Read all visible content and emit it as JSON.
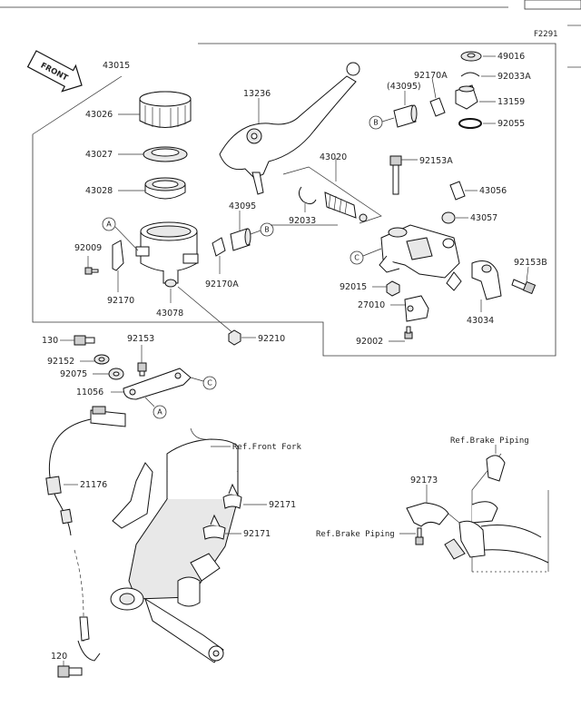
{
  "figure_code": "F2291",
  "front_label": "FRONT",
  "ref_front_fork": "Ref.Front Fork",
  "ref_brake_piping_top": "Ref.Brake Piping",
  "ref_brake_piping_left": "Ref.Brake Piping",
  "callouts": {
    "a": "A",
    "b": "B",
    "c": "C"
  },
  "parts": {
    "p43015": "43015",
    "p43026": "43026",
    "p43027": "43027",
    "p43028": "43028",
    "p92009": "92009",
    "p92170": "92170",
    "p43078": "43078",
    "p13236": "13236",
    "p43095": "43095",
    "p43095b": "(43095)",
    "p92170a_top": "92170A",
    "p92170a": "92170A",
    "p43020": "43020",
    "p92033": "92033",
    "p92153a": "92153A",
    "p49016": "49016",
    "p92033a": "92033A",
    "p13159": "13159",
    "p92055": "92055",
    "p43056": "43056",
    "p43057": "43057",
    "p92153b": "92153B",
    "p92015": "92015",
    "p27010": "27010",
    "p43034": "43034",
    "p92002": "92002",
    "p92210": "92210",
    "p130": "130",
    "p92152": "92152",
    "p92075": "92075",
    "p92153": "92153",
    "p11056": "11056",
    "p21176": "21176",
    "p92171a": "92171",
    "p92171b": "92171",
    "p92173": "92173",
    "p120": "120"
  }
}
